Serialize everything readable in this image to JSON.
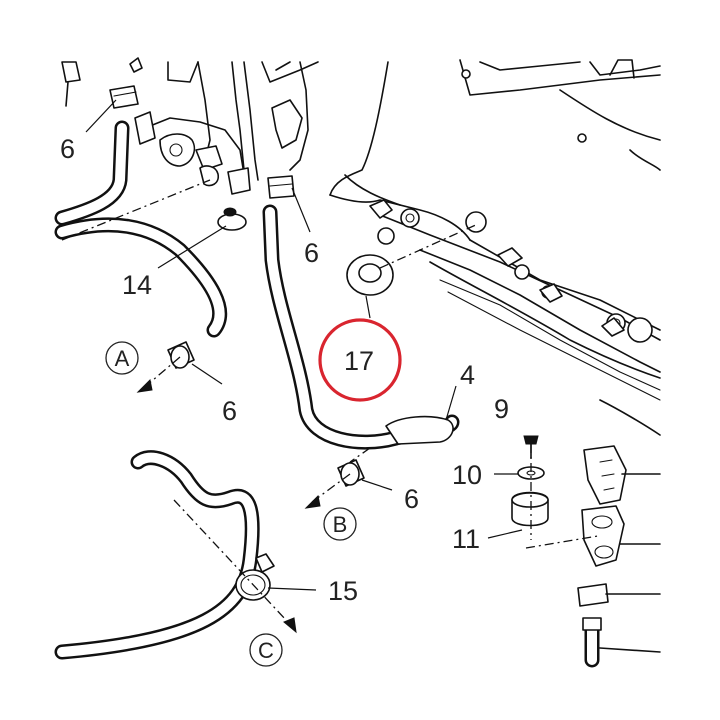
{
  "callouts": {
    "c6_top_left": "6",
    "c6_center": "6",
    "c14": "14",
    "c17": "17",
    "c4": "4",
    "c9": "9",
    "c10": "10",
    "c11": "11",
    "c6_lower_left": "6",
    "c6_lower_center": "6",
    "c15": "15"
  },
  "references": {
    "a": "A",
    "b": "B",
    "c": "C"
  },
  "colors": {
    "highlight_circle": "#d9252f",
    "line_art": "#111111",
    "background": "#ffffff"
  }
}
